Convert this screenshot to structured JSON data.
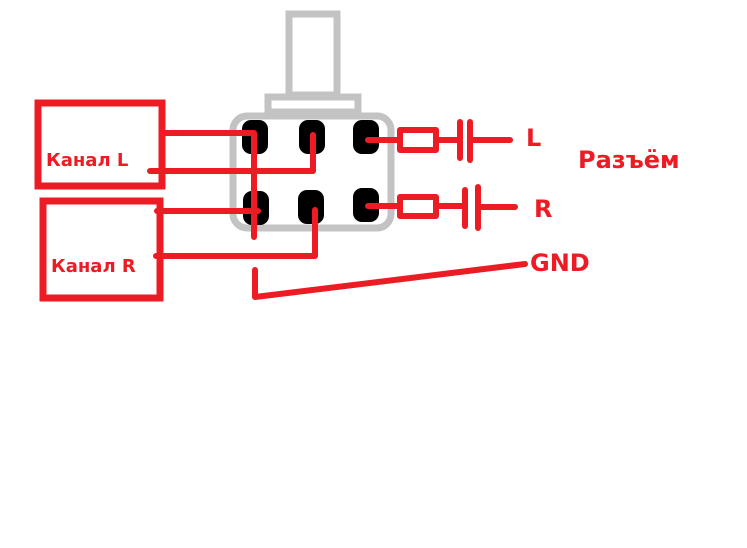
{
  "diagram": {
    "title": "Potentiometer stereo wiring",
    "colors": {
      "wire": "#ed1c24",
      "body": "#c3c3c3",
      "pin": "#000000",
      "background": "#ffffff"
    },
    "labels": {
      "channel_left": "Канал L",
      "channel_right": "Канал R",
      "out_left": "L",
      "out_right": "R",
      "ground": "GND",
      "connector": "Разъём"
    },
    "components": [
      {
        "name": "channel-l-box",
        "label": "Канал L"
      },
      {
        "name": "channel-r-box",
        "label": "Канал R"
      },
      {
        "name": "dual-potentiometer",
        "pins": 6
      },
      {
        "name": "capacitor-l",
        "label": "L"
      },
      {
        "name": "capacitor-r",
        "label": "R"
      },
      {
        "name": "ground-wire",
        "label": "GND"
      }
    ]
  }
}
